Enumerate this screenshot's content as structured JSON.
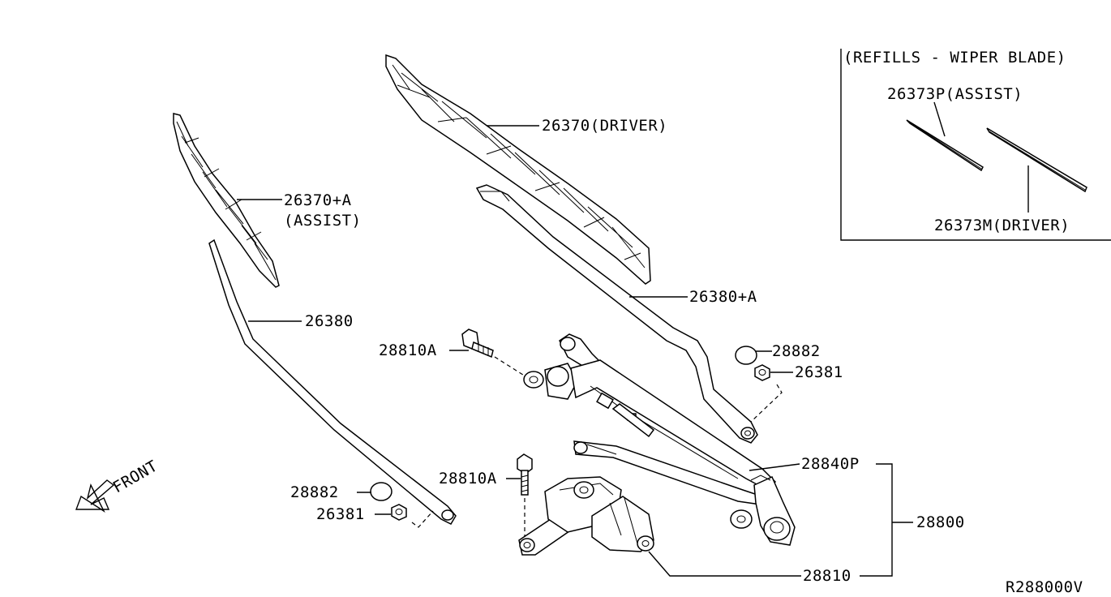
{
  "refills_box": {
    "title": "(REFILLS - WIPER BLADE)",
    "assist_label": "26373P(ASSIST)",
    "driver_label": "26373M(DRIVER)"
  },
  "labels": {
    "blade_driver": "26370(DRIVER)",
    "blade_assist_line1": "26370+A",
    "blade_assist_line2": "(ASSIST)",
    "arm_assist": "26380",
    "arm_driver": "26380+A",
    "bolt_upper": "28810A",
    "cap_upper": "28882",
    "nut_upper": "26381",
    "link_rod": "28840P",
    "assembly": "28800",
    "bolt_lower": "28810A",
    "cap_lower": "28882",
    "nut_lower": "26381",
    "motor": "28810",
    "front": "FRONT"
  },
  "diagram_code": "R288000V"
}
